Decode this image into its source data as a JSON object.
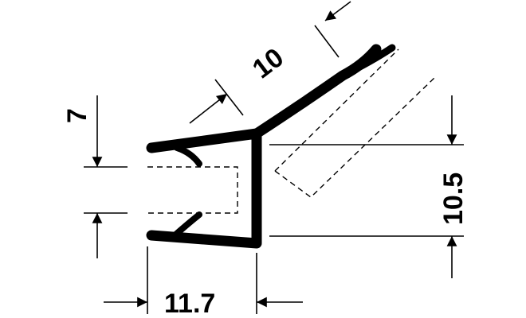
{
  "dimensions": {
    "gap_height": "7",
    "lip_length": "10",
    "glass_thickness": "10.5",
    "width": "11.7"
  },
  "colors": {
    "line": "#000000",
    "background": "#ffffff"
  }
}
